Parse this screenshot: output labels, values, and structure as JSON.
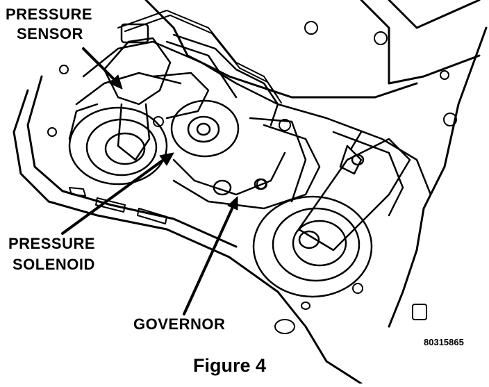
{
  "labels": {
    "pressure_sensor": [
      "PRESSURE",
      "SENSOR"
    ],
    "pressure_solenoid": [
      "PRESSURE",
      "SOLENOID"
    ],
    "governor": "GOVERNOR",
    "part_code": "80315865"
  },
  "caption": "Figure 4",
  "colors": {
    "ink": "#000000",
    "paper": "#ffffff"
  }
}
